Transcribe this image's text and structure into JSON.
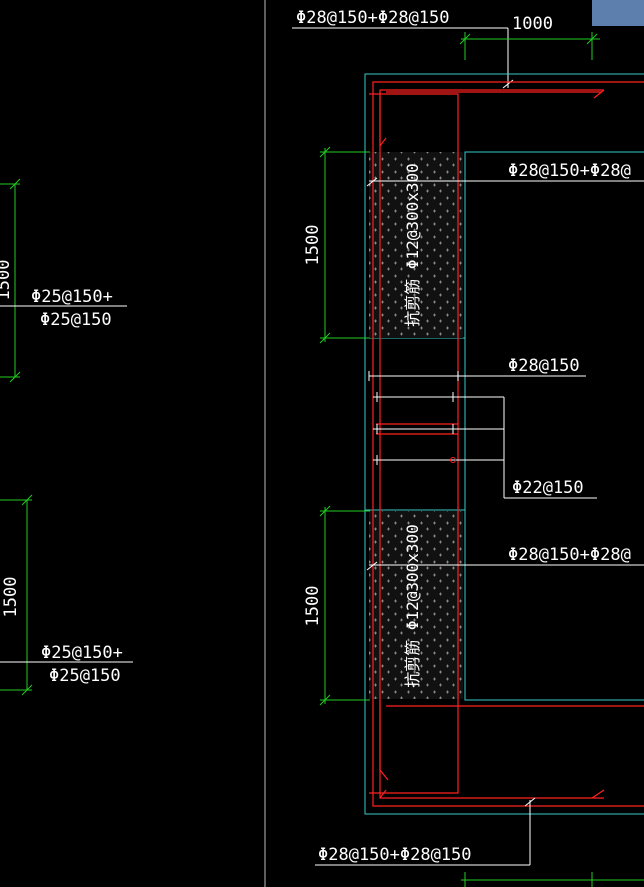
{
  "colors": {
    "background": "#000000",
    "dimension": "#22cc22",
    "outline": "#33cccc",
    "rebar": "#ff2020",
    "text": "#ffffff",
    "corner_block": "#5c7fae"
  },
  "left_panel": {
    "dim_upper": "1500",
    "dim_lower": "1500",
    "rebar_upper_line1": "Φ25@150+",
    "rebar_upper_line2": "Φ25@150",
    "rebar_lower_line1": "Φ25@150+",
    "rebar_lower_line2": "Φ25@150"
  },
  "right_panel": {
    "top_label": "Φ28@150+Φ28@150",
    "top_dim": "1000",
    "dim_upper": "1500",
    "dim_lower": "1500",
    "label_upper_right": "Φ28@150+Φ28@",
    "label_mid_right": "Φ28@150+Φ28@",
    "label_phi28": "Φ28@150",
    "label_phi22": "Φ22@150",
    "shear_upper": "抗剪筋 Φ12@300x300",
    "shear_lower": "抗剪筋 Φ12@300x300",
    "bottom_label": "Φ28@150+Φ28@150"
  }
}
